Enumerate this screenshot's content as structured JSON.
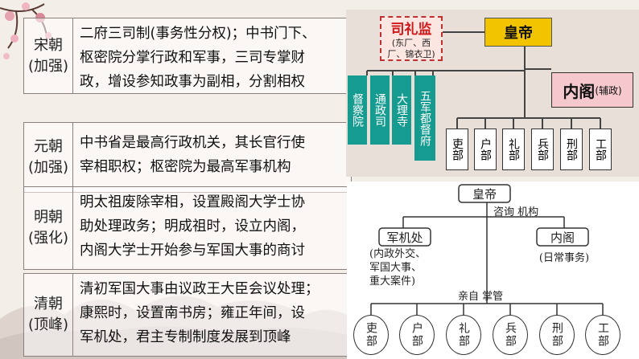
{
  "table": [
    {
      "dynasty": "宋朝",
      "stage": "(加强)",
      "lines": [
        "二府三司制(事务性分权)；中书门下、",
        "枢密院分掌行政和军事，三司专掌财",
        "政，增设参知政事为副相，分割相权"
      ]
    },
    {
      "dynasty": "元朝",
      "stage": "(加强)",
      "lines": [
        "中书省是最高行政机关，其长官行使",
        "宰相职权；枢密院为最高军事机构"
      ]
    },
    {
      "dynasty": "明朝",
      "stage": "(强化)",
      "lines": [
        "明太祖废除宰相，设置殿阁大学士协",
        "助处理政务；明成祖时，设立内阁，",
        "内阁大学士开始参与军国大事的商讨"
      ]
    },
    {
      "dynasty": "清朝",
      "stage": "(顶峰)",
      "lines": [
        "清初军国大事由议政王大臣会议处理；",
        "康熙时，设置南书房；雍正年间，设",
        "军机处，君主专制制度发展到顶峰"
      ]
    }
  ],
  "ming_diagram": {
    "emperor": "皇帝",
    "silijian": "司礼监",
    "silijian_sub": "(东厂、西厂、锦衣卫)",
    "neige": "内阁",
    "neige_sub": "(辅政)",
    "side_orgs": [
      "督察院",
      "通政司",
      "大理寺",
      "五军都督府"
    ],
    "ministries": [
      "吏部",
      "户部",
      "礼部",
      "兵部",
      "刑部",
      "工部"
    ],
    "colors": {
      "emperor": "#f2c400",
      "silijian_text": "#d01818",
      "neige": "#f4c8cc",
      "side": "#169b90",
      "ministry": "#ffffff"
    }
  },
  "qing_diagram": {
    "emperor": "皇帝",
    "consult_label": "咨询 机构",
    "junjichu": "军机处",
    "junjichu_duties": [
      "(内政外交、",
      "军国大事、",
      "重大案件)"
    ],
    "neige": "内阁",
    "neige_duties": "(日常事务)",
    "direct_label": "亲自  掌管",
    "ministries": [
      "吏部",
      "户部",
      "礼部",
      "兵部",
      "刑部",
      "工部"
    ]
  }
}
